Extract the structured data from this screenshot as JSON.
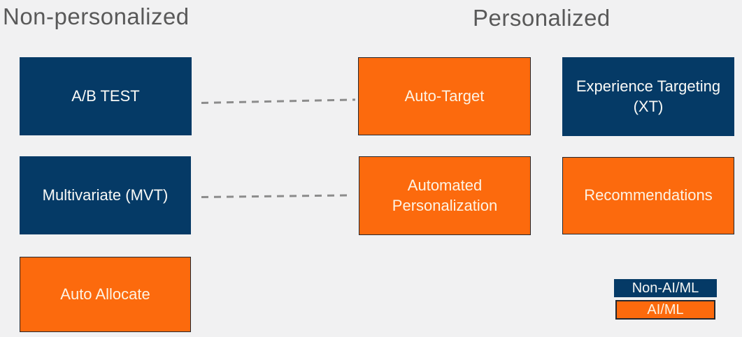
{
  "headers": {
    "left": "Non-personalized",
    "right": "Personalized"
  },
  "boxes": [
    {
      "id": "ab-test",
      "label": "A/B TEST",
      "category": "non-ai-ml",
      "column": "non-personalized"
    },
    {
      "id": "auto-target",
      "label": "Auto-Target",
      "category": "ai-ml",
      "column": "personalized"
    },
    {
      "id": "experience-targeting",
      "label": "Experience Targeting (XT)",
      "category": "non-ai-ml",
      "column": "personalized"
    },
    {
      "id": "multivariate",
      "label": "Multivariate (MVT)",
      "category": "non-ai-ml",
      "column": "non-personalized"
    },
    {
      "id": "automated-personalization",
      "label": "Automated Personalization",
      "category": "ai-ml",
      "column": "personalized"
    },
    {
      "id": "recommendations",
      "label": "Recommendations",
      "category": "ai-ml",
      "column": "personalized"
    },
    {
      "id": "auto-allocate",
      "label": "Auto Allocate",
      "category": "ai-ml",
      "column": "non-personalized"
    }
  ],
  "connectors": [
    {
      "from": "ab-test",
      "to": "auto-target",
      "style": "dashed"
    },
    {
      "from": "multivariate",
      "to": "automated-personalization",
      "style": "dashed"
    }
  ],
  "legend": {
    "non_ai_label": "Non-AI/ML",
    "ai_label": "AI/ML"
  },
  "colors": {
    "navy": "#053a66",
    "orange": "#fc6a0d",
    "orange_border": "#23272e",
    "header_text": "#595959",
    "dash_gray": "#8c8c8c",
    "background": "#f1f1f2"
  }
}
